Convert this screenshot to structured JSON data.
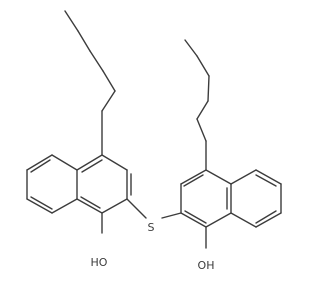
{
  "molecule": {
    "colors": {
      "background": "#ffffff",
      "bond": "#3c3c3c",
      "label": "#3c3c3c"
    },
    "atom_labels": {
      "sulfur": "S",
      "hydroxyl_left": "HO",
      "hydroxyl_right": "OH"
    }
  }
}
